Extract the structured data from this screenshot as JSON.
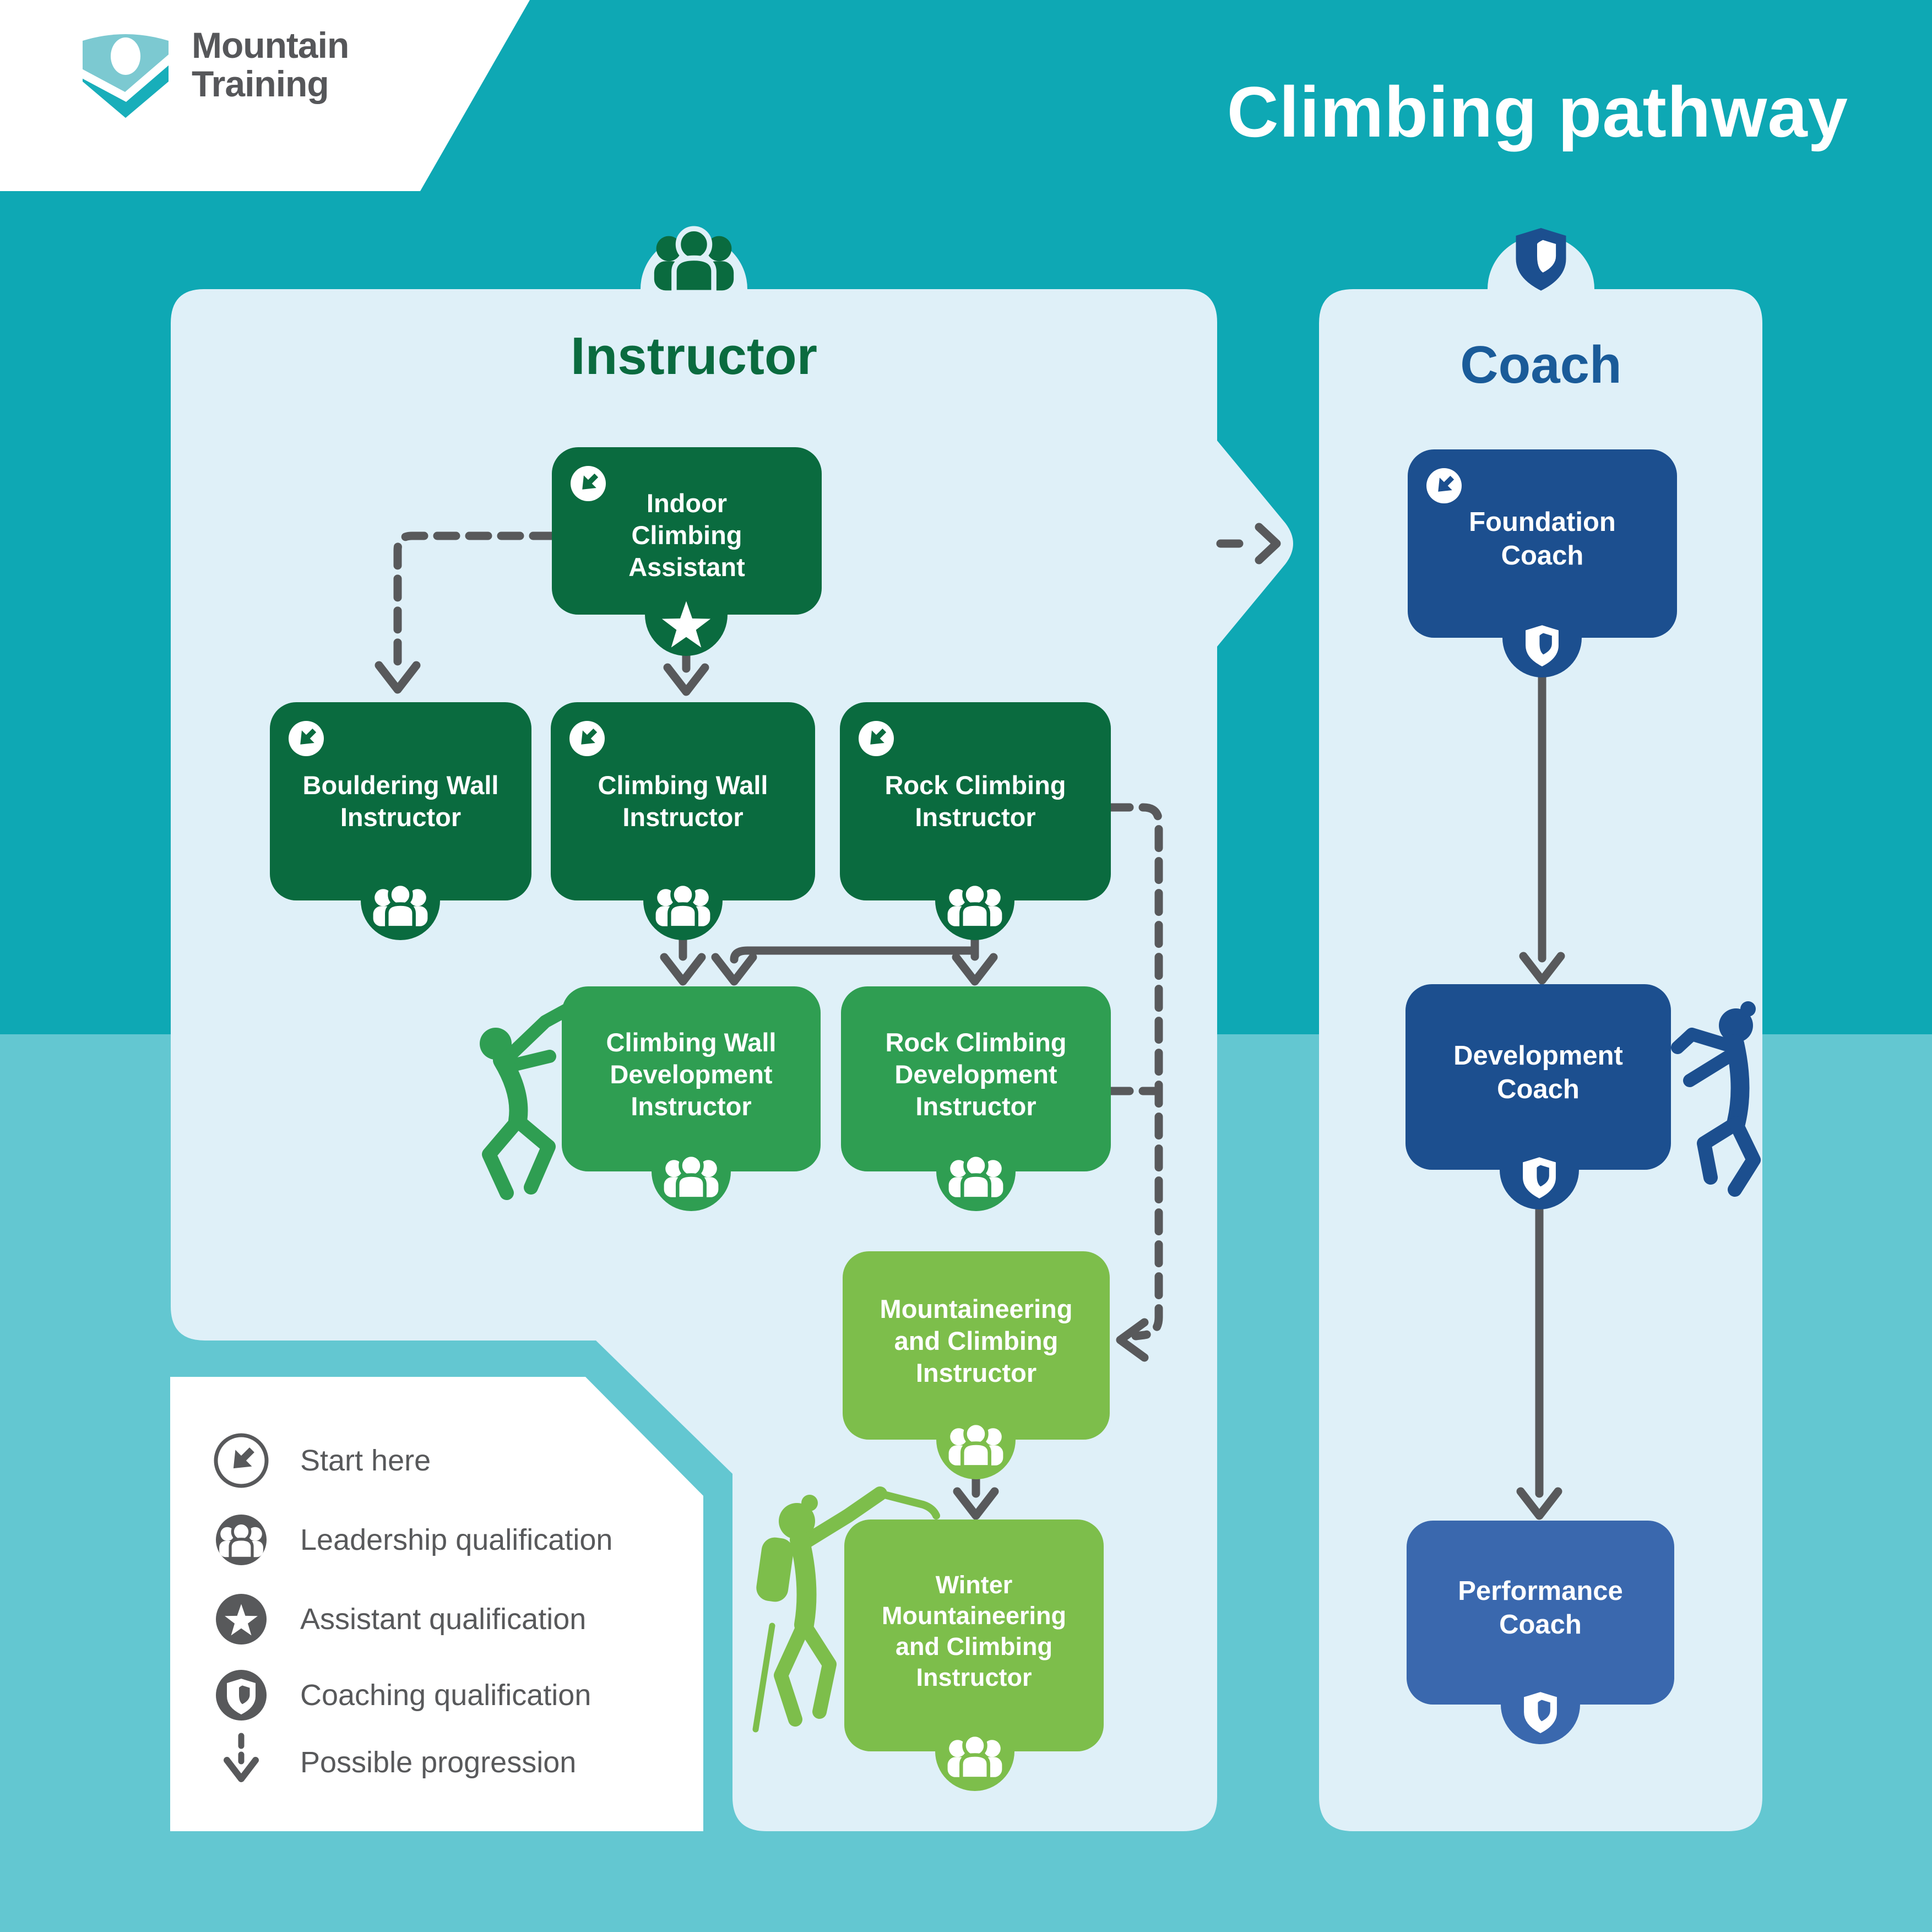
{
  "logo": {
    "line1": "Mountain",
    "line2": "Training"
  },
  "header": {
    "title": "Climbing pathway"
  },
  "instructor": {
    "title": "Instructor",
    "boxes": [
      {
        "id": "indoor-climbing-assistant",
        "label": "Indoor\nClimbing\nAssistant",
        "badge": "start-here",
        "qualification": "assistant"
      },
      {
        "id": "bouldering-wall-instructor",
        "label": "Bouldering Wall\nInstructor",
        "badge": "start-here",
        "qualification": "leadership"
      },
      {
        "id": "climbing-wall-instructor",
        "label": "Climbing Wall\nInstructor",
        "badge": "start-here",
        "qualification": "leadership"
      },
      {
        "id": "rock-climbing-instructor",
        "label": "Rock Climbing\nInstructor",
        "badge": "start-here",
        "qualification": "leadership"
      },
      {
        "id": "climbing-wall-development-instructor",
        "label": "Climbing Wall\nDevelopment\nInstructor",
        "qualification": "leadership"
      },
      {
        "id": "rock-climbing-development-instructor",
        "label": "Rock Climbing\nDevelopment\nInstructor",
        "qualification": "leadership"
      },
      {
        "id": "mountaineering-and-climbing-instructor",
        "label": "Mountaineering\nand Climbing\nInstructor",
        "qualification": "leadership"
      },
      {
        "id": "winter-mountaineering-and-climbing-instructor",
        "label": "Winter\nMountaineering\nand Climbing\nInstructor",
        "qualification": "leadership"
      }
    ]
  },
  "coach": {
    "title": "Coach",
    "boxes": [
      {
        "id": "foundation-coach",
        "label": "Foundation\nCoach",
        "badge": "start-here",
        "qualification": "coaching"
      },
      {
        "id": "development-coach",
        "label": "Development\nCoach",
        "qualification": "coaching"
      },
      {
        "id": "performance-coach",
        "label": "Performance\nCoach",
        "qualification": "coaching"
      }
    ]
  },
  "legend": {
    "items": [
      {
        "icon": "start-here-icon",
        "label": "Start here"
      },
      {
        "icon": "leadership-qualification-icon",
        "label": "Leadership qualification"
      },
      {
        "icon": "assistant-qualification-icon",
        "label": "Assistant qualification"
      },
      {
        "icon": "coaching-qualification-icon",
        "label": "Coaching qualification"
      },
      {
        "icon": "possible-progression-icon",
        "label": "Possible progression"
      }
    ]
  },
  "colors": {
    "teal_top": "#0EA8B4",
    "teal_bottom": "#63C7D1",
    "panel_light_blue": "#DFF0F8",
    "instructor_dark_green": "#0A6B3F",
    "development_mid_green": "#2F9E52",
    "mountaineering_light_green": "#7DBE4B",
    "coach_dark_blue": "#1C4F8F",
    "performance_mid_blue": "#3A68AE",
    "coach_title_blue": "#1A5B99",
    "text_gray": "#58595B",
    "white": "#FFFFFF"
  }
}
